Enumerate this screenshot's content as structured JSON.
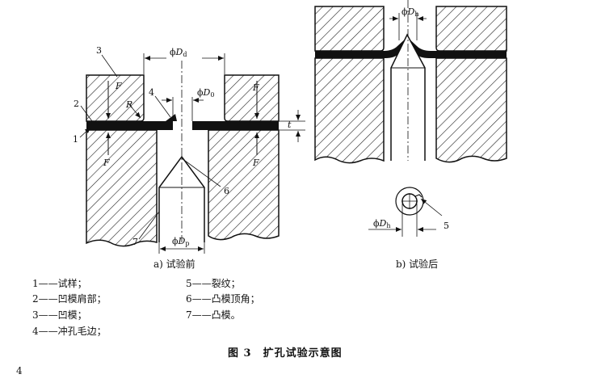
{
  "parts": {
    "p1": "1",
    "p2": "2",
    "p3": "3",
    "p4": "4",
    "p5": "5",
    "p6": "6",
    "p7": "7"
  },
  "symbols": {
    "force": "F",
    "radius": "R",
    "thickness": "t",
    "phi": "ϕ",
    "d_die": "D",
    "d_die_sub": "d",
    "d_hole": "D",
    "d_hole_sub": "0",
    "d_punch": "D",
    "d_punch_sub": "p",
    "d_after": "D",
    "d_after_sub": "h"
  },
  "captions": {
    "a": "a) 试验前",
    "b": "b) 试验后"
  },
  "legend": [
    "1——试样；",
    "2——凹模肩部；",
    "3——凹模；",
    "4——冲孔毛边；",
    "5——裂纹；",
    "6——凸模顶角；",
    "7——凸模。"
  ],
  "figure_title": "图 3　扩孔试验示意图",
  "page_number": "4"
}
